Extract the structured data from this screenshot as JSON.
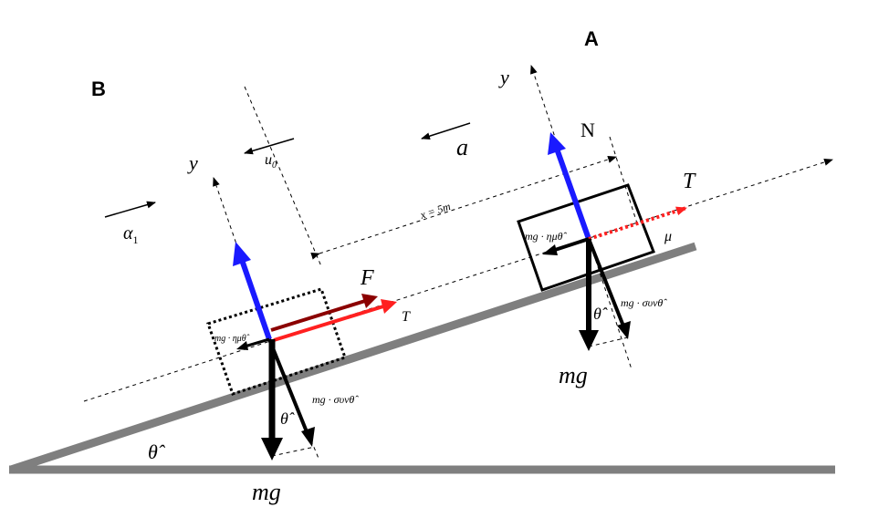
{
  "labels": {
    "point_a": "A",
    "point_b": "B",
    "y_a": "y",
    "y_b": "y",
    "normal_a": "N",
    "tension_a": "T",
    "tension_b": "T",
    "force_b": "F",
    "mu_a": "μ",
    "distance": "x = 5m",
    "accel": "a",
    "alpha": "α",
    "alpha_sub": "1",
    "u0": "u",
    "u0_sub": "0",
    "comp_parallel_a": "mg · ημθ̂",
    "comp_perp_a": "mg · συνθ̂",
    "comp_parallel_b": "mg · ημθ̂",
    "comp_perp_b": "mg · συνθ̂",
    "theta_a": "θ̂",
    "theta_b": "θ̂",
    "theta_incline": "θ̂",
    "weight_a": "mg",
    "weight_b": "mg"
  },
  "colors": {
    "normal": "#1a1aff",
    "tension": "#ff2020",
    "force": "#8b0000",
    "weight": "#000000",
    "incline": "#7f7f7f"
  }
}
